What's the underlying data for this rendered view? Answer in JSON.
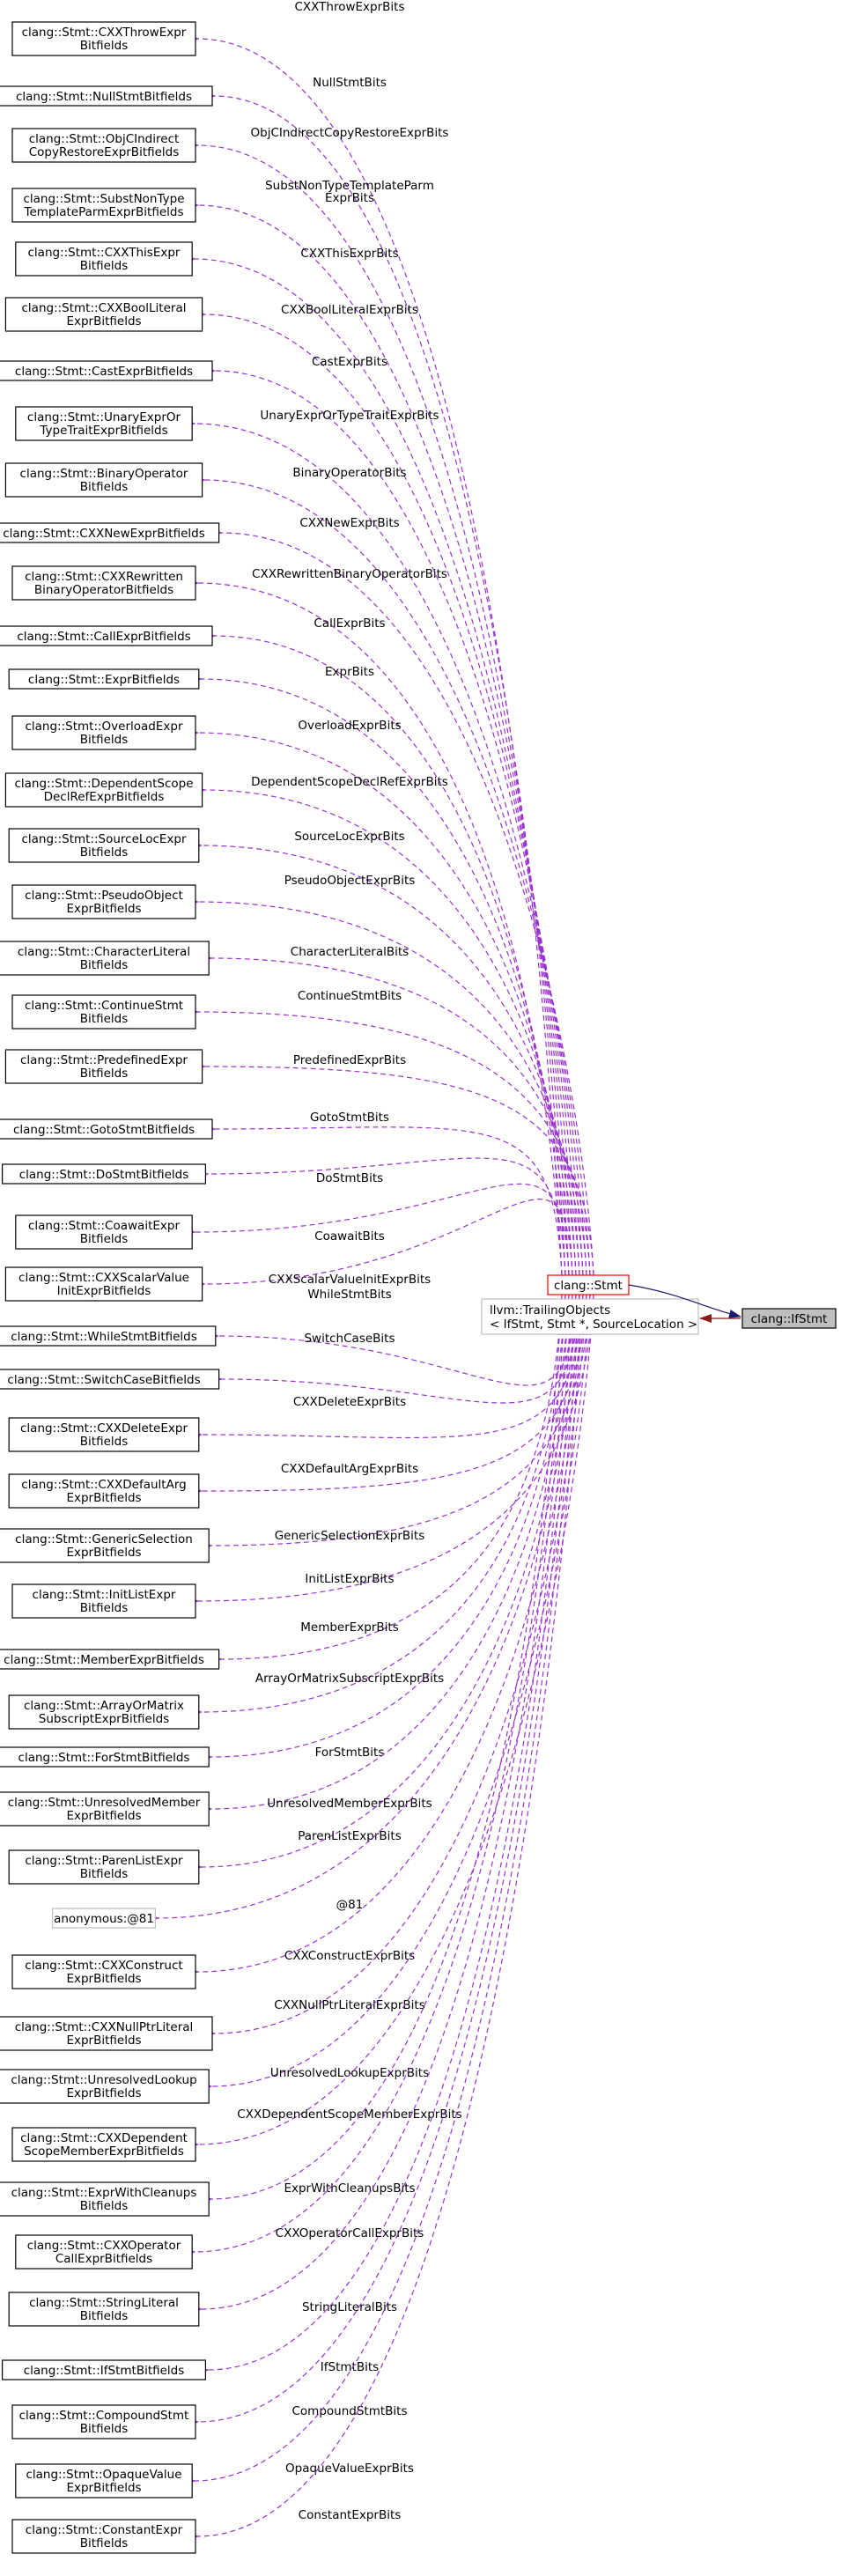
{
  "diagram": {
    "colors": {
      "member_edge": "#9a32cd",
      "inherit_edge": "#191970",
      "template_edge": "#8b1a1a",
      "node_border": "#000000",
      "root_border": "#ff0000",
      "anon_border": "#bfbfbf",
      "leaf_fill": "#bfbfbf"
    },
    "root": {
      "label": "clang::Stmt"
    },
    "trailing": {
      "line1": "llvm::TrailingObjects",
      "line2": "< IfStmt, Stmt *, SourceLocation >"
    },
    "leaf": {
      "label": "clang::IfStmt"
    },
    "members": [
      {
        "lines": [
          "clang::Stmt::CXXThrowExpr",
          "Bitfields"
        ],
        "edge": "CXXThrowExprBits"
      },
      {
        "lines": [
          "clang::Stmt::NullStmtBitfields"
        ],
        "edge": "NullStmtBits"
      },
      {
        "lines": [
          "clang::Stmt::ObjCIndirect",
          "CopyRestoreExprBitfields"
        ],
        "edge": "ObjCIndirectCopyRestoreExprBits"
      },
      {
        "lines": [
          "clang::Stmt::SubstNonType",
          "TemplateParmExprBitfields"
        ],
        "edge": "SubstNonTypeTemplateParm|ExprBits"
      },
      {
        "lines": [
          "clang::Stmt::CXXThisExpr",
          "Bitfields"
        ],
        "edge": "CXXThisExprBits"
      },
      {
        "lines": [
          "clang::Stmt::CXXBoolLiteral",
          "ExprBitfields"
        ],
        "edge": "CXXBoolLiteralExprBits"
      },
      {
        "lines": [
          "clang::Stmt::CastExprBitfields"
        ],
        "edge": "CastExprBits"
      },
      {
        "lines": [
          "clang::Stmt::UnaryExprOr",
          "TypeTraitExprBitfields"
        ],
        "edge": "UnaryExprOrTypeTraitExprBits"
      },
      {
        "lines": [
          "clang::Stmt::BinaryOperator",
          "Bitfields"
        ],
        "edge": "BinaryOperatorBits"
      },
      {
        "lines": [
          "clang::Stmt::CXXNewExprBitfields"
        ],
        "edge": "CXXNewExprBits"
      },
      {
        "lines": [
          "clang::Stmt::CXXRewritten",
          "BinaryOperatorBitfields"
        ],
        "edge": "CXXRewrittenBinaryOperatorBits"
      },
      {
        "lines": [
          "clang::Stmt::CallExprBitfields"
        ],
        "edge": "CallExprBits"
      },
      {
        "lines": [
          "clang::Stmt::ExprBitfields"
        ],
        "edge": "ExprBits"
      },
      {
        "lines": [
          "clang::Stmt::OverloadExpr",
          "Bitfields"
        ],
        "edge": "OverloadExprBits"
      },
      {
        "lines": [
          "clang::Stmt::DependentScope",
          "DeclRefExprBitfields"
        ],
        "edge": "DependentScopeDeclRefExprBits"
      },
      {
        "lines": [
          "clang::Stmt::SourceLocExpr",
          "Bitfields"
        ],
        "edge": "SourceLocExprBits"
      },
      {
        "lines": [
          "clang::Stmt::PseudoObject",
          "ExprBitfields"
        ],
        "edge": "PseudoObjectExprBits"
      },
      {
        "lines": [
          "clang::Stmt::CharacterLiteral",
          "Bitfields"
        ],
        "edge": "CharacterLiteralBits"
      },
      {
        "lines": [
          "clang::Stmt::ContinueStmt",
          "Bitfields"
        ],
        "edge": "ContinueStmtBits"
      },
      {
        "lines": [
          "clang::Stmt::PredefinedExpr",
          "Bitfields"
        ],
        "edge": "PredefinedExprBits"
      },
      {
        "lines": [
          "clang::Stmt::GotoStmtBitfields"
        ],
        "edge": "GotoStmtBits"
      },
      {
        "lines": [
          "clang::Stmt::DoStmtBitfields"
        ],
        "edge": "DoStmtBits"
      },
      {
        "lines": [
          "clang::Stmt::CoawaitExpr",
          "Bitfields"
        ],
        "edge": "CoawaitBits"
      },
      {
        "lines": [
          "clang::Stmt::CXXScalarValue",
          "InitExprBitfields"
        ],
        "edge": "CXXScalarValueInitExprBits"
      },
      {
        "lines": [
          "clang::Stmt::WhileStmtBitfields"
        ],
        "edge": "WhileStmtBits"
      },
      {
        "lines": [
          "clang::Stmt::SwitchCaseBitfields"
        ],
        "edge": "SwitchCaseBits"
      },
      {
        "lines": [
          "clang::Stmt::CXXDeleteExpr",
          "Bitfields"
        ],
        "edge": "CXXDeleteExprBits"
      },
      {
        "lines": [
          "clang::Stmt::CXXDefaultArg",
          "ExprBitfields"
        ],
        "edge": "CXXDefaultArgExprBits"
      },
      {
        "lines": [
          "clang::Stmt::GenericSelection",
          "ExprBitfields"
        ],
        "edge": "GenericSelectionExprBits"
      },
      {
        "lines": [
          "clang::Stmt::InitListExpr",
          "Bitfields"
        ],
        "edge": "InitListExprBits"
      },
      {
        "lines": [
          "clang::Stmt::MemberExprBitfields"
        ],
        "edge": "MemberExprBits"
      },
      {
        "lines": [
          "clang::Stmt::ArrayOrMatrix",
          "SubscriptExprBitfields"
        ],
        "edge": "ArrayOrMatrixSubscriptExprBits"
      },
      {
        "lines": [
          "clang::Stmt::ForStmtBitfields"
        ],
        "edge": "ForStmtBits"
      },
      {
        "lines": [
          "clang::Stmt::UnresolvedMember",
          "ExprBitfields"
        ],
        "edge": "UnresolvedMemberExprBits"
      },
      {
        "lines": [
          "clang::Stmt::ParenListExpr",
          "Bitfields"
        ],
        "edge": "ParenListExprBits"
      },
      {
        "lines": [
          "anonymous:@81"
        ],
        "edge": "@81",
        "anon": true
      },
      {
        "lines": [
          "clang::Stmt::CXXConstruct",
          "ExprBitfields"
        ],
        "edge": "CXXConstructExprBits"
      },
      {
        "lines": [
          "clang::Stmt::CXXNullPtrLiteral",
          "ExprBitfields"
        ],
        "edge": "CXXNullPtrLiteralExprBits"
      },
      {
        "lines": [
          "clang::Stmt::UnresolvedLookup",
          "ExprBitfields"
        ],
        "edge": "UnresolvedLookupExprBits"
      },
      {
        "lines": [
          "clang::Stmt::CXXDependent",
          "ScopeMemberExprBitfields"
        ],
        "edge": "CXXDependentScopeMemberExprBits"
      },
      {
        "lines": [
          "clang::Stmt::ExprWithCleanups",
          "Bitfields"
        ],
        "edge": "ExprWithCleanupsBits"
      },
      {
        "lines": [
          "clang::Stmt::CXXOperator",
          "CallExprBitfields"
        ],
        "edge": "CXXOperatorCallExprBits"
      },
      {
        "lines": [
          "clang::Stmt::StringLiteral",
          "Bitfields"
        ],
        "edge": "StringLiteralBits"
      },
      {
        "lines": [
          "clang::Stmt::IfStmtBitfields"
        ],
        "edge": "IfStmtBits"
      },
      {
        "lines": [
          "clang::Stmt::CompoundStmt",
          "Bitfields"
        ],
        "edge": "CompoundStmtBits"
      },
      {
        "lines": [
          "clang::Stmt::OpaqueValue",
          "ExprBitfields"
        ],
        "edge": "OpaqueValueExprBits"
      },
      {
        "lines": [
          "clang::Stmt::ConstantExpr",
          "Bitfields"
        ],
        "edge": "ConstantExprBits"
      }
    ]
  }
}
